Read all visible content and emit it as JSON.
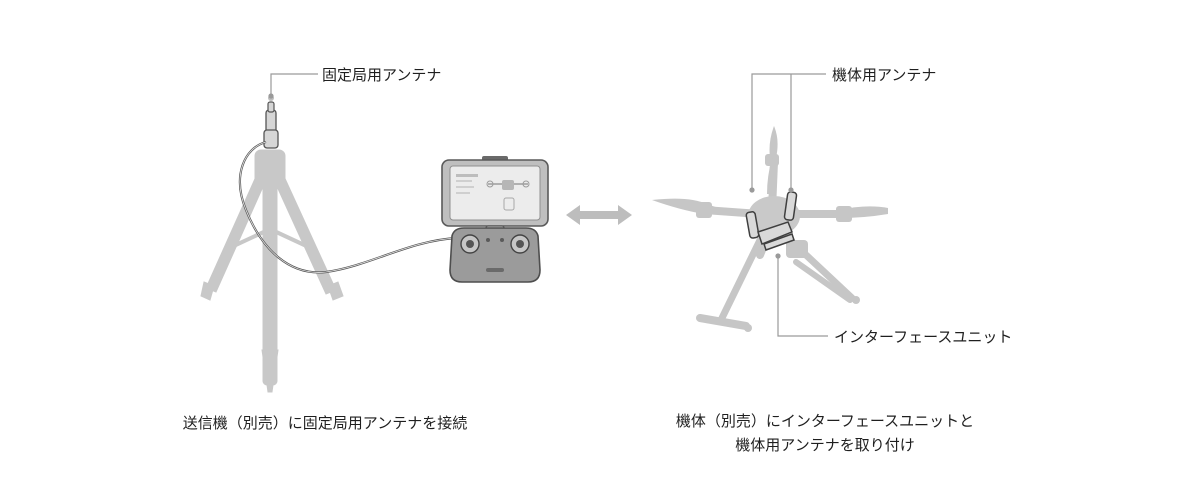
{
  "left": {
    "antenna_label": "固定局用アンテナ",
    "caption": "送信機（別売）に固定局用アンテナを接続"
  },
  "right": {
    "antenna_label": "機体用アンテナ",
    "interface_label": "インターフェースユニット",
    "caption_line1": "機体（別売）にインターフェースユニットと",
    "caption_line2": "機体用アンテナを取り付け"
  },
  "colors": {
    "equipment_gray": "#c4c4c4",
    "dark_gray": "#5a5a5a",
    "leader_line": "#9a9a9a"
  }
}
